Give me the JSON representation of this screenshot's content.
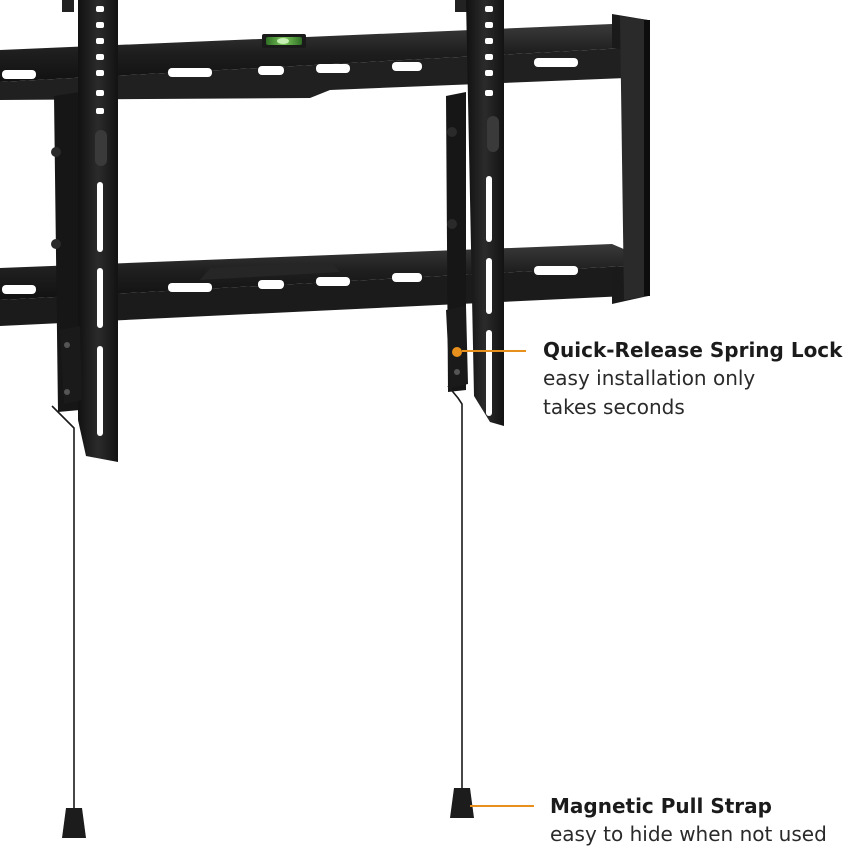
{
  "colors": {
    "accent": "#E8901E",
    "metal": "#1c1c1c",
    "background": "#ffffff"
  },
  "callouts": {
    "spring_lock": {
      "title": "Quick-Release Spring Lock",
      "line1": "easy installation only",
      "line2": "takes seconds"
    },
    "pull_strap": {
      "title": "Magnetic Pull Strap",
      "line1": "easy to hide when not used"
    }
  },
  "image": {
    "subject": "tilting-tv-wall-mount-bracket"
  }
}
